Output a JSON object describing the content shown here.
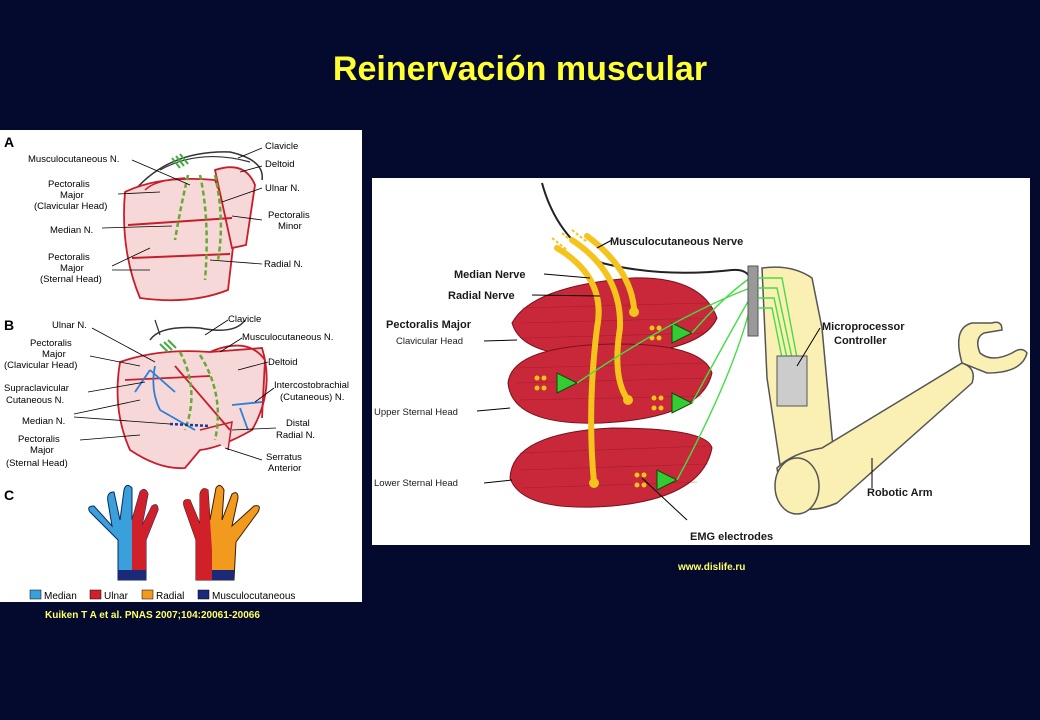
{
  "title": "Reinervación muscular",
  "figure_left": {
    "sections": [
      "A",
      "B",
      "C"
    ],
    "a_labels": {
      "musculocutaneous": "Musculocutaneous N.",
      "pect_major_clav_1": "Pectoralis",
      "pect_major_clav_2": "Major",
      "pect_major_clav_3": "(Clavicular Head)",
      "median": "Median N.",
      "pect_major_stern_1": "Pectoralis",
      "pect_major_stern_2": "Major",
      "pect_major_stern_3": "(Sternal Head)",
      "clavicle": "Clavicle",
      "deltoid": "Deltoid",
      "ulnar": "Ulnar N.",
      "pect_minor_1": "Pectoralis",
      "pect_minor_2": "Minor",
      "radial": "Radial N."
    },
    "b_labels": {
      "ulnar": "Ulnar N.",
      "pect_major_clav_1": "Pectoralis",
      "pect_major_clav_2": "Major",
      "pect_major_clav_3": "(Clavicular Head)",
      "supraclavicular_1": "Supraclavicular",
      "supraclavicular_2": "Cutaneous N.",
      "median": "Median N.",
      "pect_major_stern_1": "Pectoralis",
      "pect_major_stern_2": "Major",
      "pect_major_stern_3": "(Sternal Head)",
      "clavicle": "Clavicle",
      "musculocutaneous": "Musculocutaneous N.",
      "deltoid": "Deltoid",
      "intercosto_1": "Intercostobrachial",
      "intercosto_2": "(Cutaneous) N.",
      "distal_radial_1": "Distal",
      "distal_radial_2": "Radial N.",
      "serratus_1": "Serratus",
      "serratus_2": "Anterior"
    },
    "legend": [
      {
        "label": "Median",
        "color": "#3aa0dc"
      },
      {
        "label": "Ulnar",
        "color": "#d0202a"
      },
      {
        "label": "Radial",
        "color": "#f29a1e"
      },
      {
        "label": "Musculocutaneous",
        "color": "#1a2a78"
      }
    ]
  },
  "figure_right": {
    "labels": {
      "musculocutaneous_nerve": "Musculocutaneous Nerve",
      "median_nerve": "Median Nerve",
      "radial_nerve": "Radial Nerve",
      "pectoralis_major": "Pectoralis Major",
      "clavicular_head": "Clavicular Head",
      "upper_sternal": "Upper Sternal Head",
      "lower_sternal": "Lower Sternal Head",
      "emg": "EMG electrodes",
      "microprocessor_1": "Microprocessor",
      "microprocessor_2": "Controller",
      "robotic_arm": "Robotic Arm"
    }
  },
  "credits": {
    "left": "Kuiken T A et al. PNAS 2007;104:20061-20066",
    "right": "www.dislife.ru"
  },
  "colors": {
    "background": "#030a2e",
    "title": "#ffff33",
    "muscle": "#c8283a",
    "nerve": "#f5c31c",
    "electrode": "#33cc33",
    "prosthesis": "#faf0b4"
  }
}
